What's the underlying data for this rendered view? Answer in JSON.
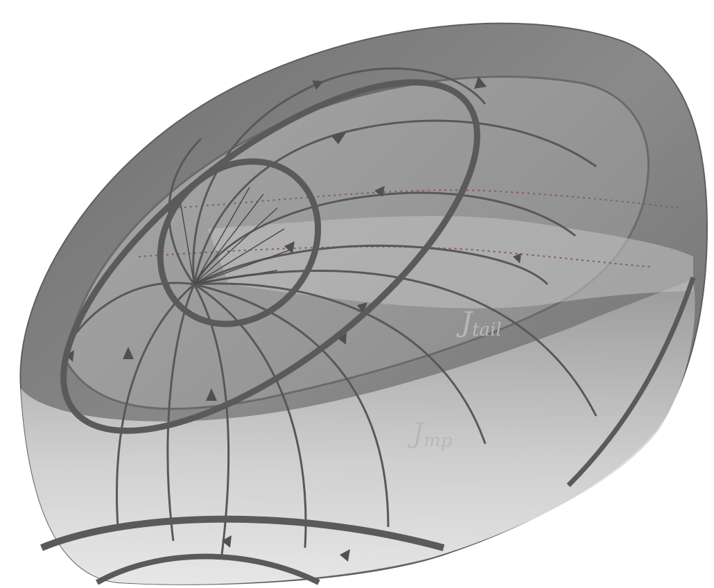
{
  "labels": {
    "tail_current": {
      "symbol": "J",
      "subscript": "tail"
    },
    "magnetopause_current": {
      "symbol": "J",
      "subscript": "mp"
    }
  },
  "colors": {
    "background": "#ffffff",
    "outer_shell": "#7a7a7a",
    "inner_shell": "#9a9a9a",
    "bright_band": "#bdbdbd",
    "field_line": "#585858",
    "current_ring": "#5a5a5a",
    "dotted_line": "#8a5a5a",
    "label": "#b8b8b8"
  },
  "icons": [
    "arrowhead-icon"
  ]
}
